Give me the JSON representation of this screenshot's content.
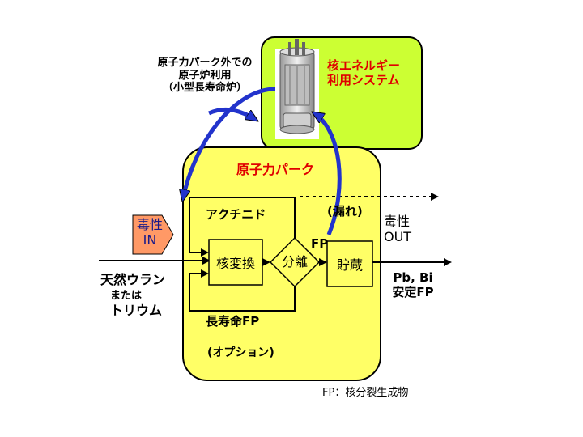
{
  "outside_label": {
    "lines": [
      "原子力パーク外での",
      "原子炉利用",
      "（小型長寿命炉）"
    ]
  },
  "system_box": {
    "lines": [
      "核エネルギー",
      "利用システム"
    ],
    "fill": "#ccff33",
    "text_color": "#e00000"
  },
  "park": {
    "title": "原子力パーク",
    "fill": "#ffff66"
  },
  "nodes": {
    "actinide": "アクチニド",
    "leak": "(漏れ)",
    "transmutation": "核変換",
    "separation": "分離",
    "fp": "FP",
    "storage": "貯蔵",
    "long_lived_fp": "長寿命FP",
    "option": "(オプション)"
  },
  "inputs": {
    "toxicity_in": [
      "毒性",
      "IN"
    ],
    "uranium": "天然ウラン",
    "or": "または",
    "thorium": "トリウム",
    "pentagon_fill": "#ff9966"
  },
  "outputs": {
    "toxicity_out": [
      "毒性",
      "OUT"
    ],
    "stable": [
      "Pb, Bi",
      "安定FP"
    ]
  },
  "footnote": "FP：核分裂生成物",
  "colors": {
    "arrow_blue": "#2233cc"
  }
}
